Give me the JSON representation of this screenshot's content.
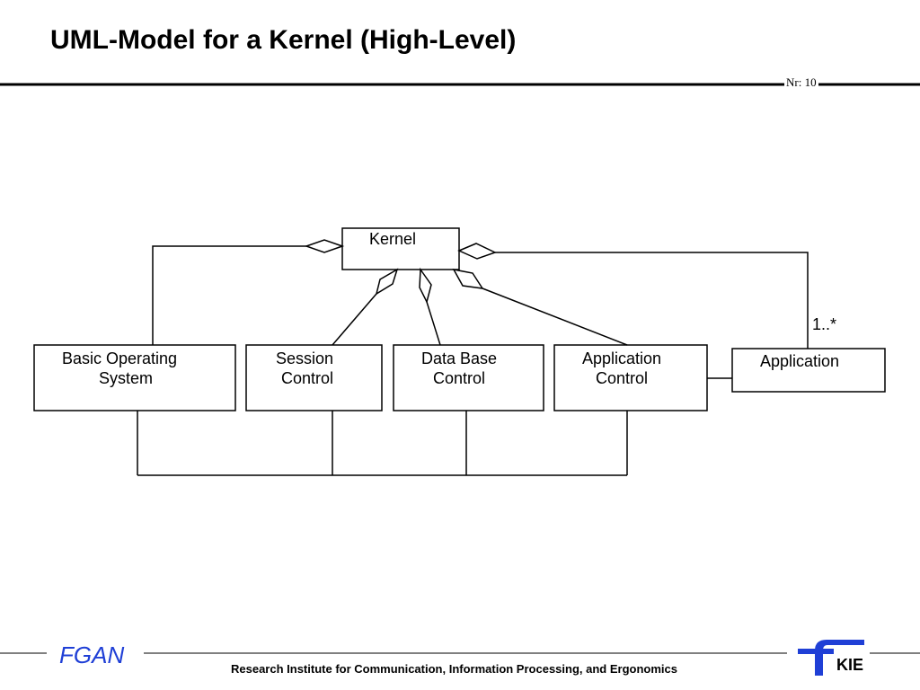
{
  "slide": {
    "title": "UML-Model for a Kernel (High-Level)",
    "number": "Nr: 10"
  },
  "diagram": {
    "classes": {
      "kernel": "Kernel",
      "basic_os": [
        "Basic Operating",
        "System"
      ],
      "session": [
        "Session",
        "Control"
      ],
      "database": [
        "Data Base",
        "Control"
      ],
      "app_control": [
        "Application",
        "Control"
      ],
      "application": "Application"
    },
    "multiplicity": "1..*"
  },
  "footer": {
    "logo_left": "FGAN",
    "institute": "Research Institute for Communication, Information Processing, and Ergonomics",
    "logo_right": "KIE"
  },
  "colors": {
    "fgan_blue": "#1f3fd6",
    "kie_blue": "#1f3fd6"
  }
}
